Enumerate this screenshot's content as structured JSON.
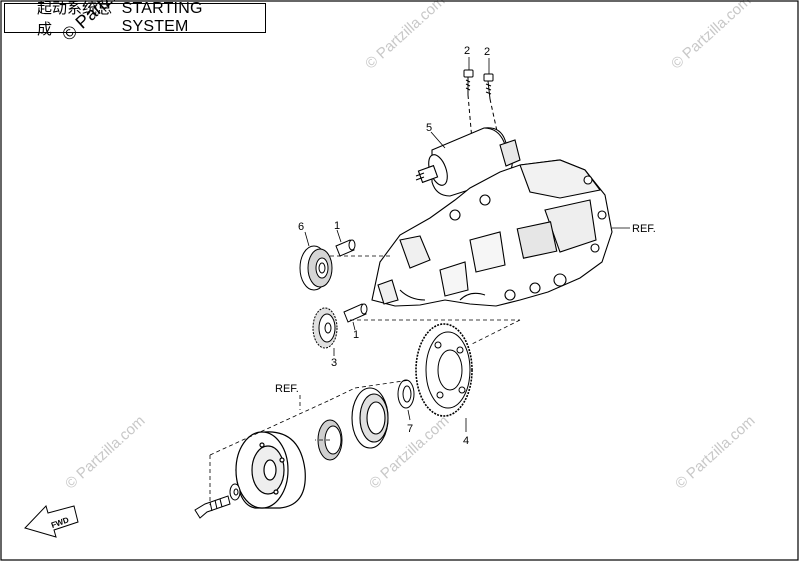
{
  "title": {
    "zh": "起动系统总成",
    "en": "STARTING SYSTEM"
  },
  "callouts": [
    {
      "id": "2a",
      "text": "2"
    },
    {
      "id": "2b",
      "text": "2"
    },
    {
      "id": "5",
      "text": "5"
    },
    {
      "id": "6",
      "text": "6"
    },
    {
      "id": "1a",
      "text": "1"
    },
    {
      "id": "1b",
      "text": "1"
    },
    {
      "id": "3",
      "text": "3"
    },
    {
      "id": "4",
      "text": "4"
    },
    {
      "id": "7",
      "text": "7"
    },
    {
      "id": "ref-a",
      "text": "REF."
    },
    {
      "id": "ref-b",
      "text": "REF."
    }
  ],
  "fwd_label": "FWD",
  "watermark": "© Partzilla.com",
  "colors": {
    "line": "#000000",
    "watermark": "#c8c8c8",
    "fill": "#ffffff",
    "shade": "#9a9a9a"
  }
}
